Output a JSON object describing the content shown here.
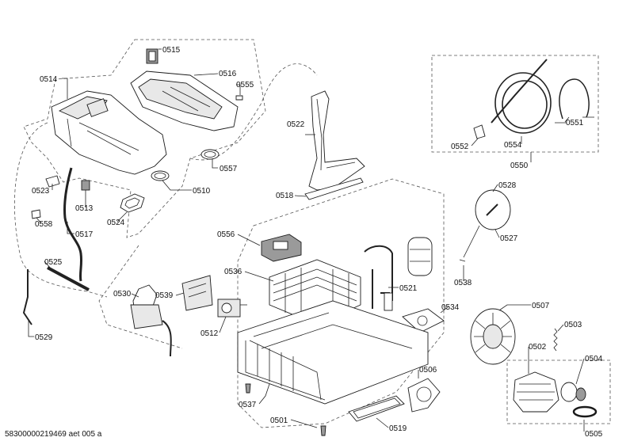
{
  "footer": {
    "code": "58300000219469 aet 005 a"
  },
  "parts": [
    {
      "id": "0515",
      "name": "0515"
    },
    {
      "id": "0516",
      "name": "0516"
    },
    {
      "id": "0555",
      "name": "0555"
    },
    {
      "id": "0514",
      "name": "0514"
    },
    {
      "id": "0557",
      "name": "0557"
    },
    {
      "id": "0510",
      "name": "0510"
    },
    {
      "id": "0522",
      "name": "0522"
    },
    {
      "id": "0518",
      "name": "0518"
    },
    {
      "id": "0523",
      "name": "0523"
    },
    {
      "id": "0513",
      "name": "0513"
    },
    {
      "id": "0524",
      "name": "0524"
    },
    {
      "id": "0558",
      "name": "0558"
    },
    {
      "id": "0517",
      "name": "0517"
    },
    {
      "id": "0525",
      "name": "0525"
    },
    {
      "id": "0530",
      "name": "0530"
    },
    {
      "id": "0539",
      "name": "0539"
    },
    {
      "id": "0529",
      "name": "0529"
    },
    {
      "id": "0512",
      "name": "0512"
    },
    {
      "id": "0556",
      "name": "0556"
    },
    {
      "id": "0536",
      "name": "0536"
    },
    {
      "id": "0521",
      "name": "0521"
    },
    {
      "id": "0537",
      "name": "0537"
    },
    {
      "id": "0501",
      "name": "0501"
    },
    {
      "id": "0519",
      "name": "0519"
    },
    {
      "id": "0506",
      "name": "0506"
    },
    {
      "id": "0552",
      "name": "0552"
    },
    {
      "id": "0554",
      "name": "0554"
    },
    {
      "id": "0551",
      "name": "0551"
    },
    {
      "id": "0550",
      "name": "0550"
    },
    {
      "id": "0528",
      "name": "0528"
    },
    {
      "id": "0527",
      "name": "0527"
    },
    {
      "id": "0538",
      "name": "0538"
    },
    {
      "id": "0534",
      "name": "0534"
    },
    {
      "id": "0507",
      "name": "0507"
    },
    {
      "id": "0503",
      "name": "0503"
    },
    {
      "id": "0502",
      "name": "0502"
    },
    {
      "id": "0504",
      "name": "0504"
    },
    {
      "id": "0505",
      "name": "0505"
    }
  ]
}
